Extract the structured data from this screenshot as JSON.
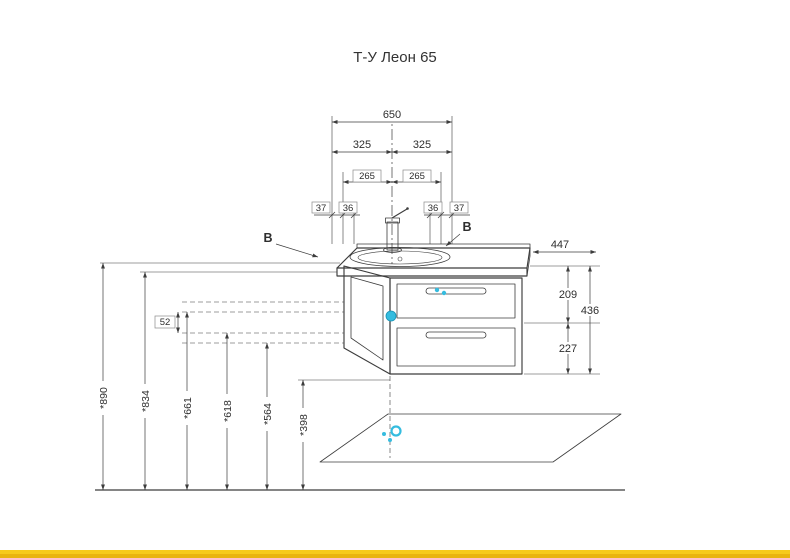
{
  "title": "Т-У Леон 65",
  "dimensions": {
    "top": {
      "total": "650",
      "half_left": "325",
      "half_right": "325",
      "offset_left": "265",
      "offset_right": "265",
      "edge_outer_left": "37",
      "edge_inner_left": "36",
      "edge_inner_right": "36",
      "edge_outer_right": "37"
    },
    "right": {
      "depth": "447",
      "counter_to_divider": "209",
      "cabinet_height": "436",
      "divider_to_bottom": "227"
    },
    "left": {
      "rail_gap": "52",
      "heights": [
        "*890",
        "*834",
        "*661",
        "*618",
        "*564",
        "*398"
      ]
    }
  },
  "view_labels": {
    "left": "В",
    "right": "В"
  },
  "colors": {
    "line": "#3c3c3c",
    "accent_dot": "#35bcdf",
    "footer_bar": "#f6ca1c",
    "footer_bar_dark": "#e9b40f",
    "background": "#ffffff"
  }
}
